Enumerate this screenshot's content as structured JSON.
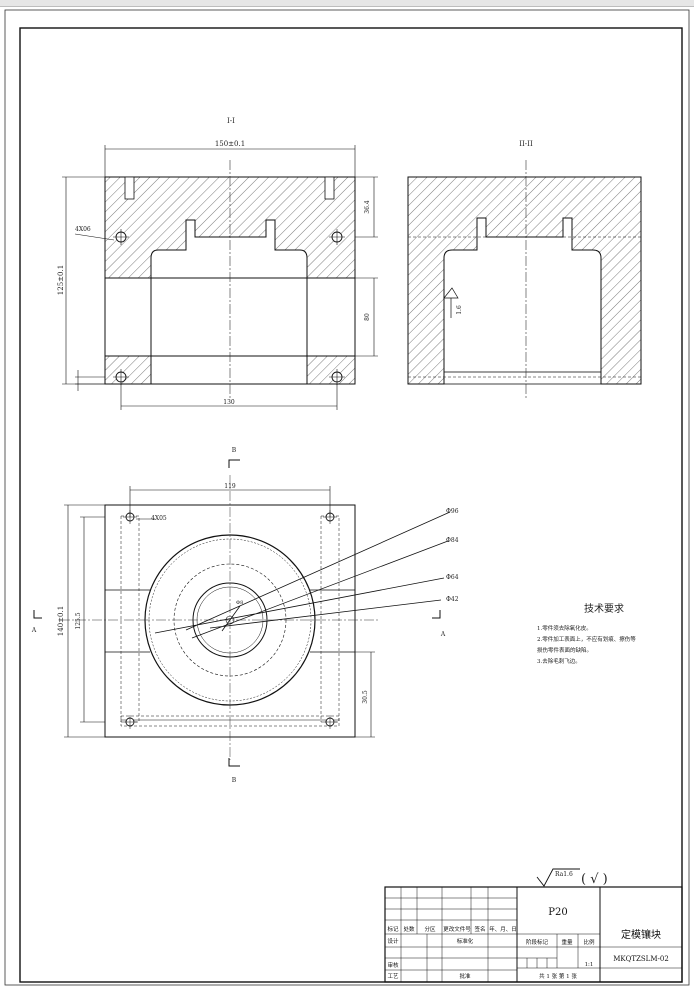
{
  "views": {
    "front_label": "I-I",
    "side_label": "II-II",
    "section_b_top": "B",
    "section_b_bottom": "B",
    "section_a_left": "A",
    "section_a_right": "A"
  },
  "dims": {
    "front_width": "150±0.1",
    "front_height": "125±0.1",
    "front_right_top": "36.4",
    "front_right_mid": "80",
    "front_bottom": "130",
    "front_hole": "4X06",
    "side_surface": "1.6",
    "plan_hole_span": "119",
    "plan_hole": "4X05",
    "plan_height": "140±0.1",
    "plan_inner": "125.5",
    "plan_right": "30.5",
    "d1": "Φ96",
    "d2": "Φ84",
    "d3": "Φ64",
    "d4": "Φ42",
    "d5": "Φ8"
  },
  "notes": {
    "title": "技术要求",
    "items": [
      "1.零件须去除氧化皮。",
      "2.零件加工表面上，不应有划痕、擦伤等",
      "损伤零件表面的缺陷。",
      "3.去除毛刺飞边。"
    ]
  },
  "roughness": {
    "value": "Ra1.6",
    "suffix": "( √ )"
  },
  "title_block": {
    "material": "P20",
    "part_name": "定模镶块",
    "drawing_no": "MKQTZSLM-02",
    "col_headers": [
      "标记",
      "处数",
      "分区",
      "更改文件号",
      "签名",
      "年、月、日"
    ],
    "design": "设计",
    "standard": "标准化",
    "review": "审核",
    "process": "工艺",
    "approve": "批准",
    "stage": "阶段标记",
    "weight": "重量",
    "scale_label": "比例",
    "scale": "1:1",
    "sheet_info": "共 1 张   第 1 张"
  }
}
